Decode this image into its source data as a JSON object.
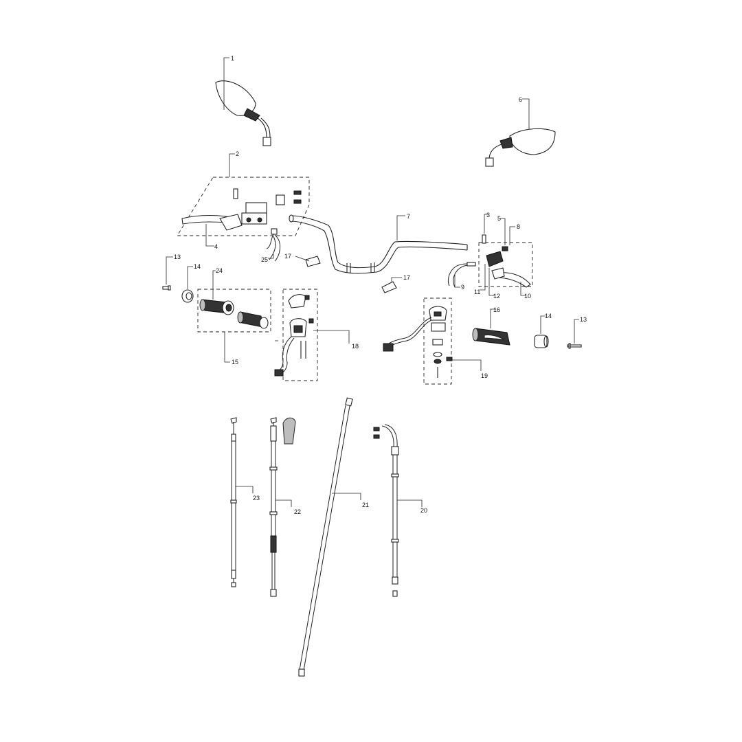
{
  "callouts": {
    "c1": "1",
    "c2": "2",
    "c3": "3",
    "c4": "4",
    "c5": "5",
    "c6": "6",
    "c7": "7",
    "c8": "8",
    "c9": "9",
    "c10": "10",
    "c11": "11",
    "c12": "12",
    "c13a": "13",
    "c13b": "13",
    "c14a": "14",
    "c14b": "14",
    "c15": "15",
    "c16": "16",
    "c17a": "17",
    "c17b": "17",
    "c18": "18",
    "c19": "19",
    "c20": "20",
    "c21": "21",
    "c22": "22",
    "c23": "23",
    "c24": "24",
    "c25": "25"
  }
}
